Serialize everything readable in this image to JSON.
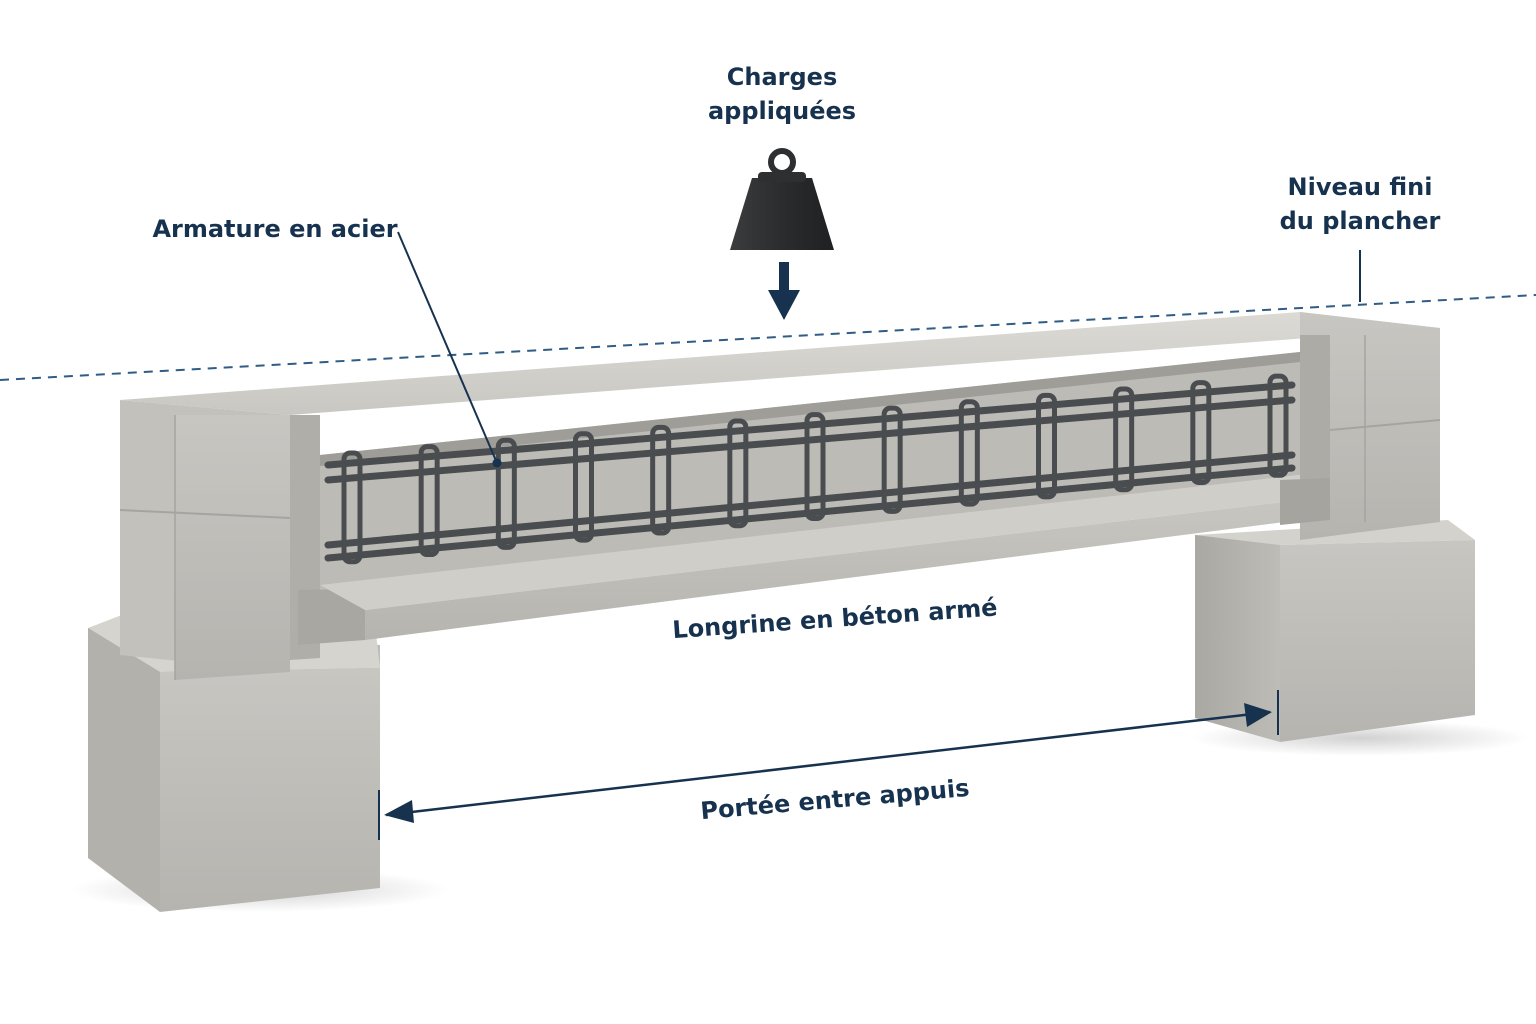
{
  "labels": {
    "loads": [
      "Charges",
      "appliquées"
    ],
    "rebar": "Armature en acier",
    "floor_level": [
      "Niveau fini",
      "du plancher"
    ],
    "beam": "Longrine en béton armé",
    "span": "Portée entre appuis"
  },
  "icons": {
    "load": "weight-icon",
    "load_direction": "down-arrow-icon"
  },
  "colors": {
    "annotation": "#17324f",
    "concrete_light": "#cfcdc8",
    "concrete_mid": "#b9b7b2",
    "concrete_dark": "#9e9c97",
    "steel": "#4a4d50",
    "weight": "#2d2f31"
  }
}
